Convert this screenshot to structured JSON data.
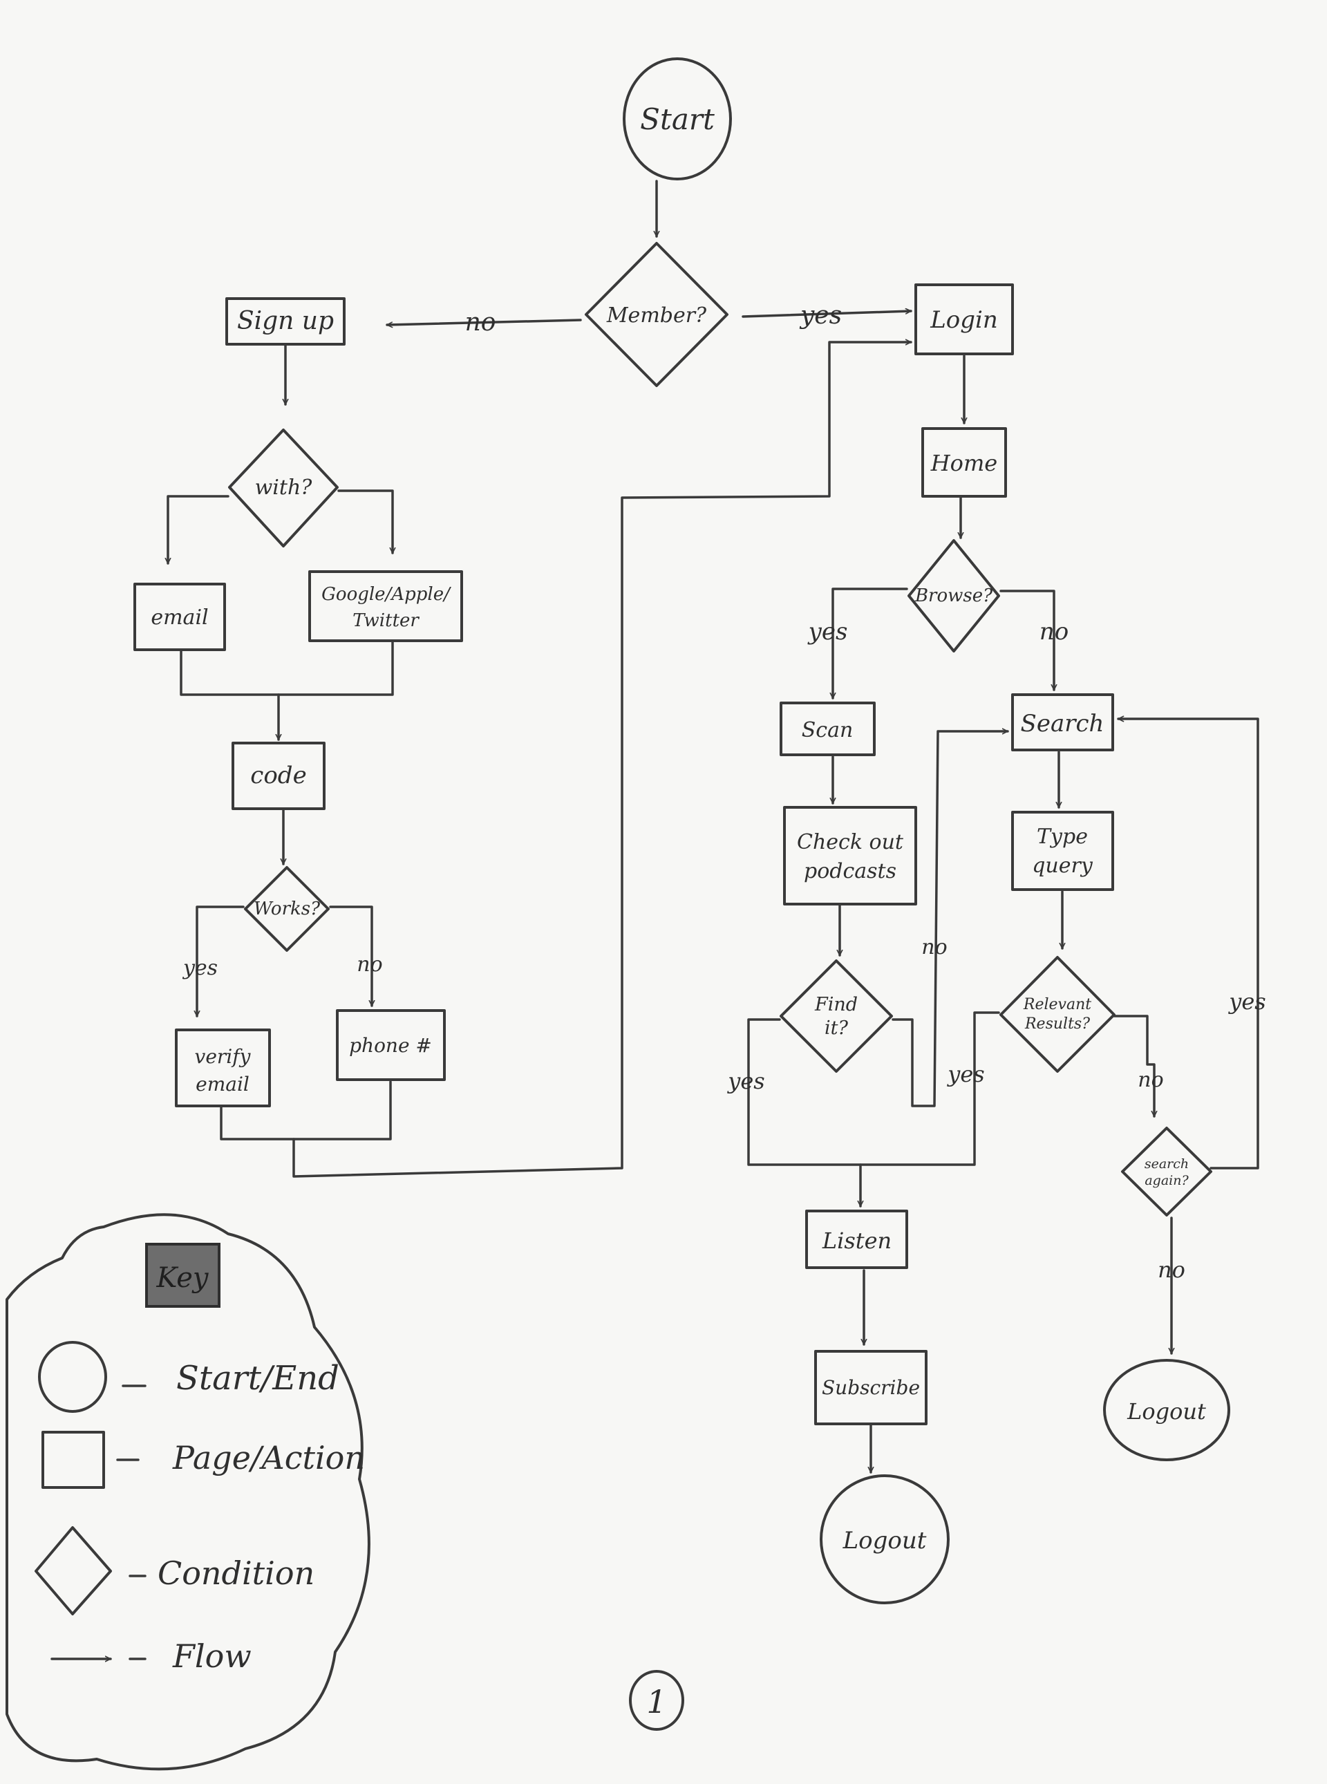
{
  "diagram": {
    "nodes": {
      "start": "Start",
      "member": "Member?",
      "sign_up": "Sign up",
      "login": "Login",
      "with": "with?",
      "email": "email",
      "social": [
        "Google/Apple/",
        "Twitter"
      ],
      "code": "code",
      "works": "Works?",
      "verify_email": [
        "verify",
        "email"
      ],
      "phone": "phone #",
      "home": "Home",
      "browse": "Browse?",
      "scan": "Scan",
      "check_out": [
        "Check out",
        "podcasts"
      ],
      "find_it": [
        "Find",
        "it?"
      ],
      "search": "Search",
      "type_query": [
        "Type",
        "query"
      ],
      "relevant": [
        "Relevant",
        "Results?"
      ],
      "search_again": [
        "search",
        "again?"
      ],
      "listen": "Listen",
      "subscribe": "Subscribe",
      "logout_left": "Logout",
      "logout_right": "Logout"
    },
    "edge_labels": {
      "member_no": "no",
      "member_yes": "yes",
      "works_yes": "yes",
      "works_no": "no",
      "browse_yes": "yes",
      "browse_no": "no",
      "find_yes": "yes",
      "find_no": "no",
      "relevant_yes": "yes",
      "relevant_no": "no",
      "again_yes": "yes",
      "again_no": "no"
    }
  },
  "key": {
    "title": "Key",
    "items": [
      {
        "shape": "circle",
        "label": "Start/End"
      },
      {
        "shape": "rectangle",
        "label": "Page/Action"
      },
      {
        "shape": "diamond",
        "label": "Condition"
      },
      {
        "shape": "arrow",
        "label": "Flow"
      }
    ]
  },
  "page_number": "1"
}
